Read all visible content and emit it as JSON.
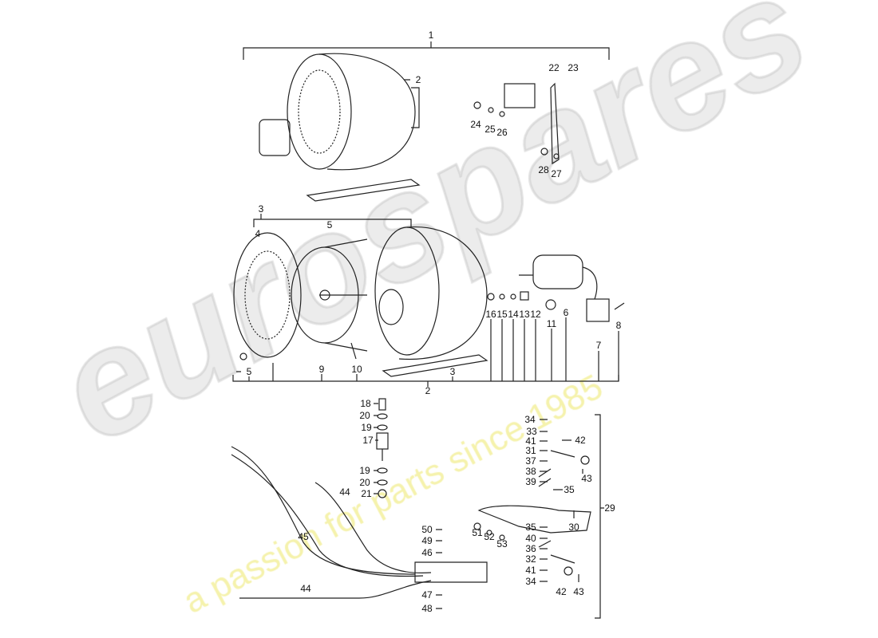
{
  "watermark": {
    "brand": "eurospares",
    "tagline": "a passion for parts since 1985",
    "brand_color": "#c8c8c8",
    "tagline_color": "#ebe65a"
  },
  "labels": [
    {
      "id": "l1",
      "text": "1"
    },
    {
      "id": "l2a",
      "text": "2"
    },
    {
      "id": "l22",
      "text": "22"
    },
    {
      "id": "l23",
      "text": "23"
    },
    {
      "id": "l24",
      "text": "24"
    },
    {
      "id": "l25",
      "text": "25"
    },
    {
      "id": "l26",
      "text": "26"
    },
    {
      "id": "l28",
      "text": "28"
    },
    {
      "id": "l27",
      "text": "27"
    },
    {
      "id": "l3a",
      "text": "3"
    },
    {
      "id": "l5a",
      "text": "5"
    },
    {
      "id": "l4",
      "text": "4"
    },
    {
      "id": "l16",
      "text": "16"
    },
    {
      "id": "l15",
      "text": "15"
    },
    {
      "id": "l14",
      "text": "14"
    },
    {
      "id": "l13",
      "text": "13"
    },
    {
      "id": "l12",
      "text": "12"
    },
    {
      "id": "l6",
      "text": "6"
    },
    {
      "id": "l11",
      "text": "11"
    },
    {
      "id": "l8",
      "text": "8"
    },
    {
      "id": "l7",
      "text": "7"
    },
    {
      "id": "l5b",
      "text": "5"
    },
    {
      "id": "l9",
      "text": "9"
    },
    {
      "id": "l10",
      "text": "10"
    },
    {
      "id": "l3b",
      "text": "3"
    },
    {
      "id": "l2b",
      "text": "2"
    },
    {
      "id": "l18",
      "text": "18"
    },
    {
      "id": "l20a",
      "text": "20"
    },
    {
      "id": "l19a",
      "text": "19"
    },
    {
      "id": "l17",
      "text": "17"
    },
    {
      "id": "l19b",
      "text": "19"
    },
    {
      "id": "l20b",
      "text": "20"
    },
    {
      "id": "l21",
      "text": "21"
    },
    {
      "id": "l34a",
      "text": "34"
    },
    {
      "id": "l33",
      "text": "33"
    },
    {
      "id": "l41a",
      "text": "41"
    },
    {
      "id": "l42a",
      "text": "42"
    },
    {
      "id": "l31",
      "text": "31"
    },
    {
      "id": "l37",
      "text": "37"
    },
    {
      "id": "l38",
      "text": "38"
    },
    {
      "id": "l43a",
      "text": "43"
    },
    {
      "id": "l39",
      "text": "39"
    },
    {
      "id": "l35a",
      "text": "35"
    },
    {
      "id": "l29",
      "text": "29"
    },
    {
      "id": "l30",
      "text": "30"
    },
    {
      "id": "l50",
      "text": "50"
    },
    {
      "id": "l49",
      "text": "49"
    },
    {
      "id": "l46",
      "text": "46"
    },
    {
      "id": "l51",
      "text": "51"
    },
    {
      "id": "l52",
      "text": "52"
    },
    {
      "id": "l53",
      "text": "53"
    },
    {
      "id": "l35b",
      "text": "35"
    },
    {
      "id": "l40",
      "text": "40"
    },
    {
      "id": "l36",
      "text": "36"
    },
    {
      "id": "l32",
      "text": "32"
    },
    {
      "id": "l41b",
      "text": "41"
    },
    {
      "id": "l34b",
      "text": "34"
    },
    {
      "id": "l42b",
      "text": "42"
    },
    {
      "id": "l43b",
      "text": "43"
    },
    {
      "id": "l44a",
      "text": "44"
    },
    {
      "id": "l45",
      "text": "45"
    },
    {
      "id": "l44b",
      "text": "44"
    },
    {
      "id": "l47",
      "text": "47"
    },
    {
      "id": "l48",
      "text": "48"
    }
  ]
}
